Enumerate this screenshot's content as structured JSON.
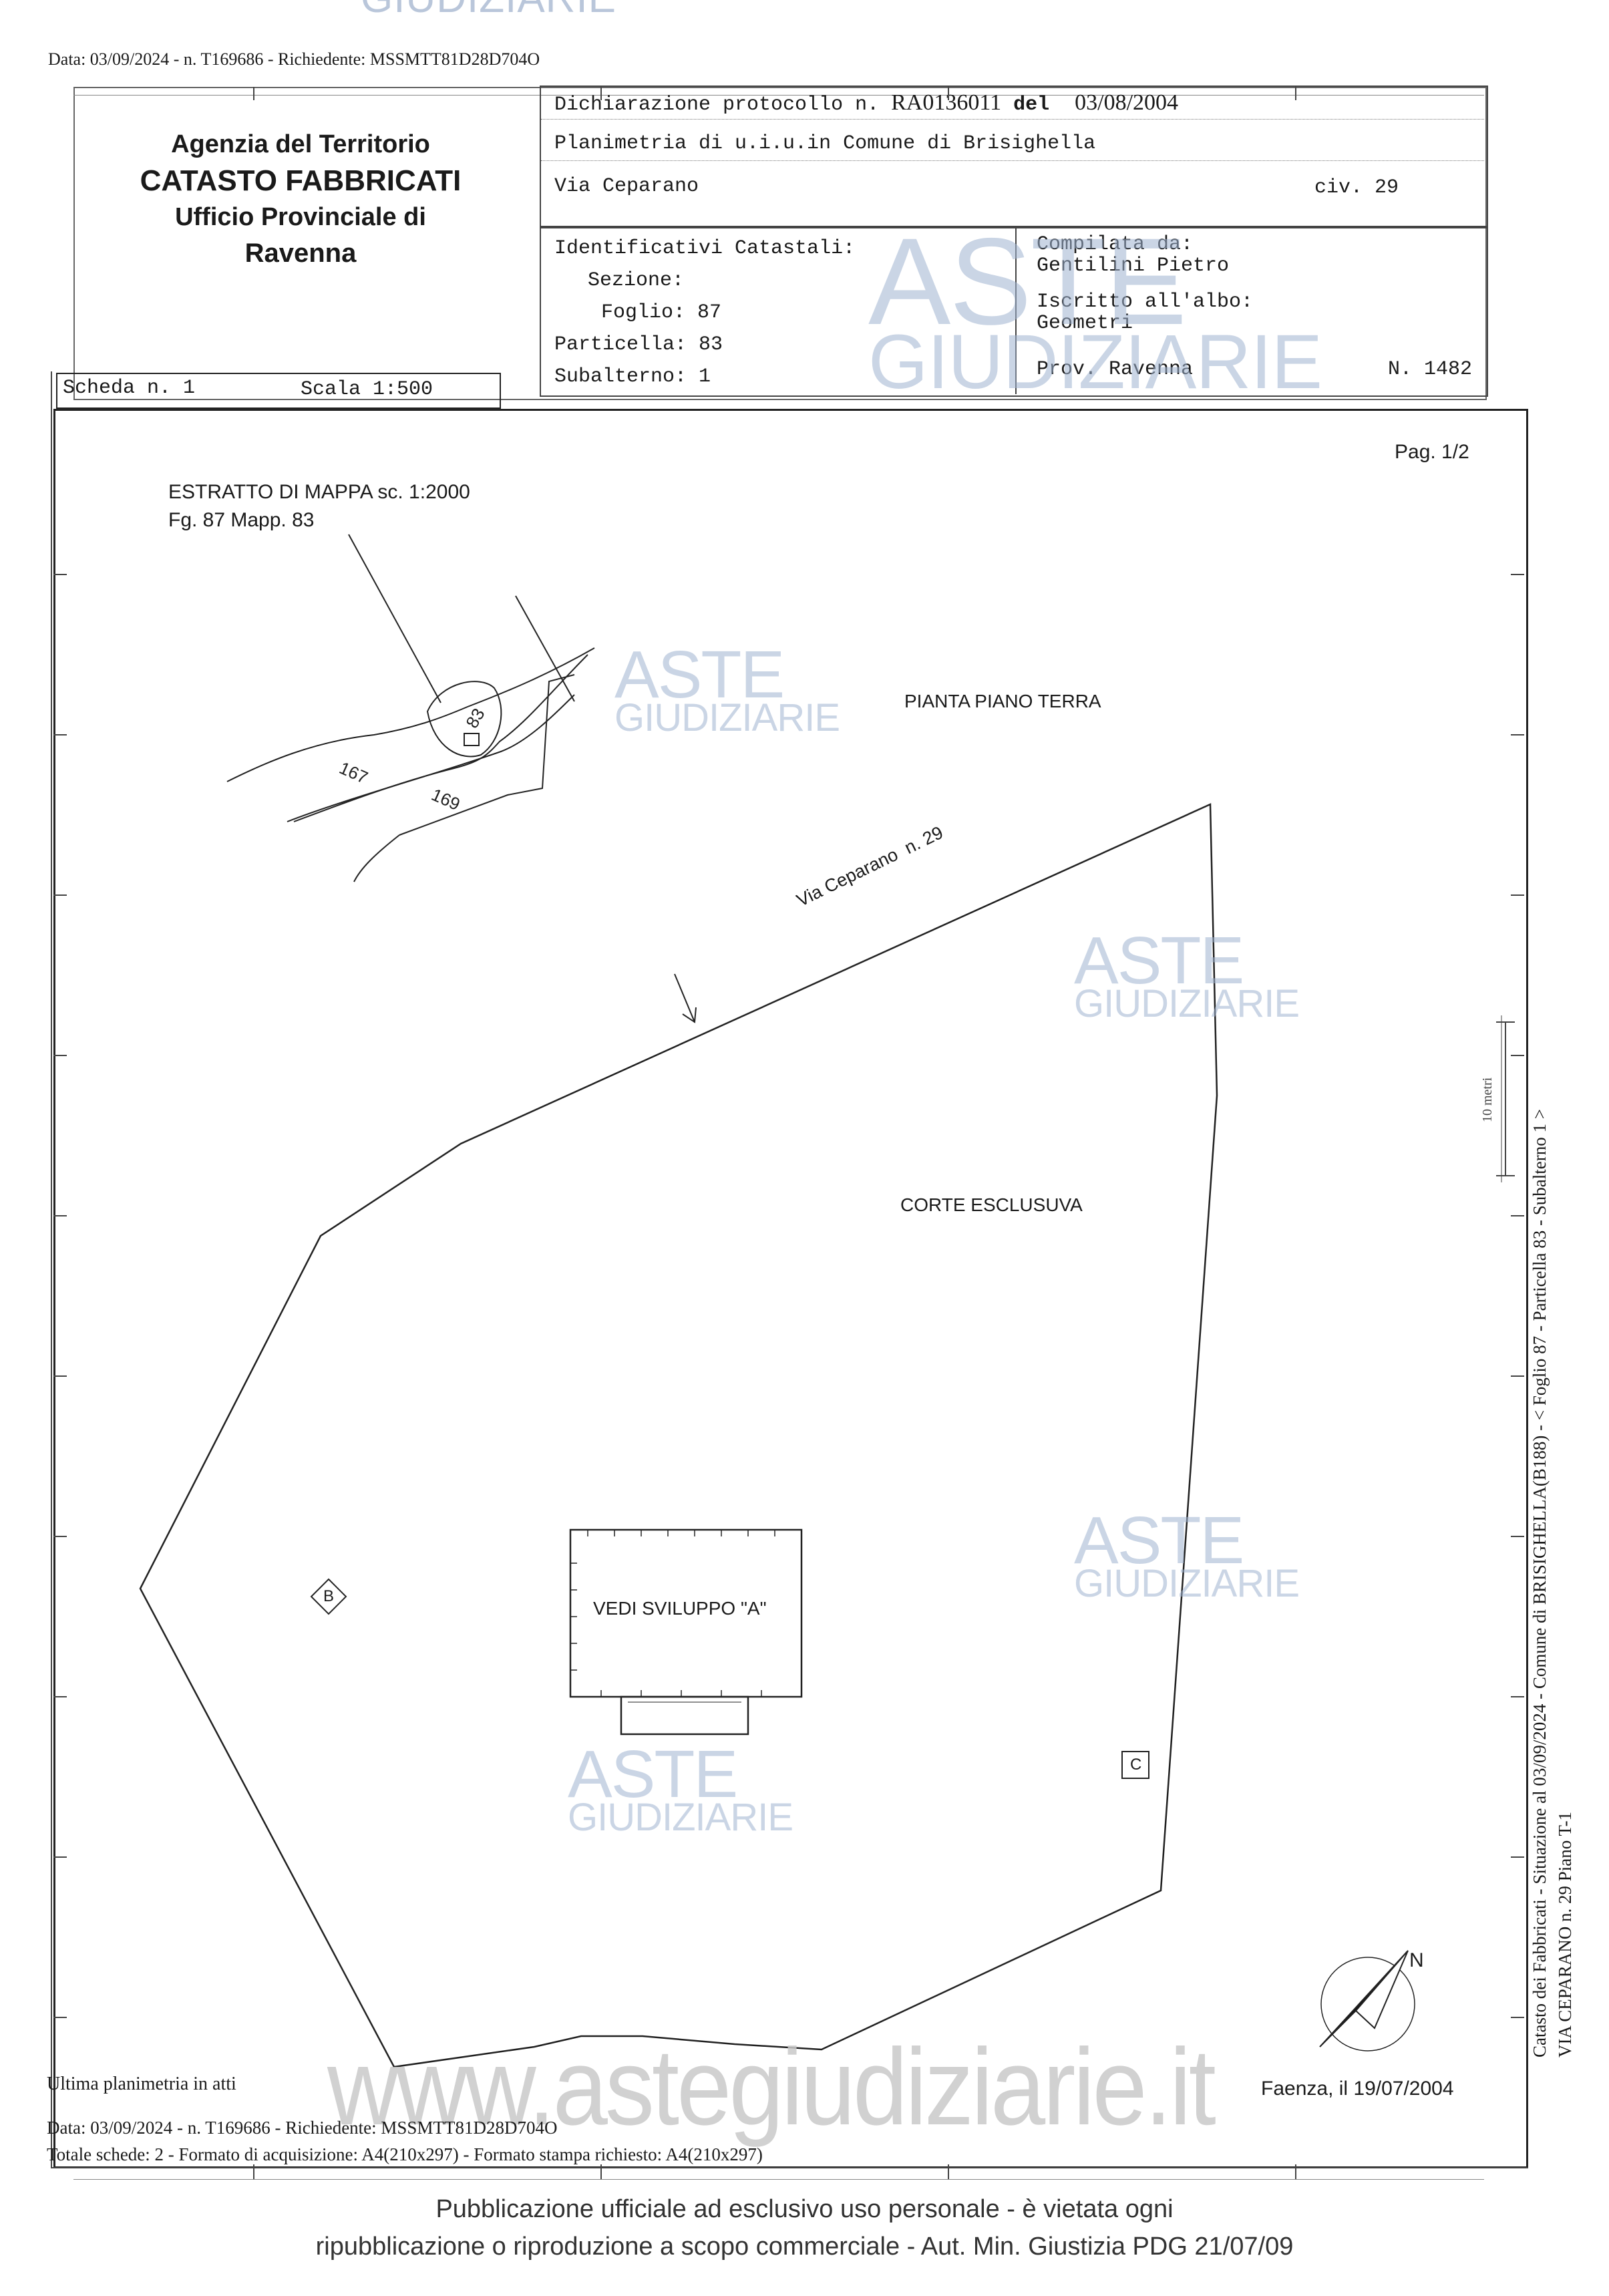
{
  "top_watermark": "GIUDIZIARIE",
  "request_line": "Data: 03/09/2024 - n. T169686 - Richiedente: MSSMTT81D28D704O",
  "agency": {
    "line1": "Agenzia del Territorio",
    "line2": "CATASTO FABBRICATI",
    "line3": "Ufficio Provinciale di",
    "line4": "Ravenna"
  },
  "header": {
    "protocol_label": "Dichiarazione protocollo n.",
    "protocol_number": "RA0136011",
    "protocol_del": "del",
    "protocol_date": "03/08/2004",
    "planimetry": "Planimetria di u.i.u.in Comune di Brisighella",
    "street": "Via Ceparano",
    "civ": "civ. 29"
  },
  "ids": {
    "title": "Identificativi Catastali:",
    "sezione": "Sezione:",
    "foglio": "Foglio: 87",
    "particella": "Particella: 83",
    "subalterno": "Subalterno: 1"
  },
  "compiler": {
    "compilata_label": "Compilata da:",
    "compilata_name": "Gentilini Pietro",
    "iscritto_label": "Iscritto all'albo:",
    "iscritto_value": "Geometri",
    "prov": "Prov. Ravenna",
    "number": "N. 1482"
  },
  "scheda": {
    "label": "Scheda n. 1",
    "scale": "Scala 1:500"
  },
  "page_number": "Pag. 1/2",
  "map": {
    "extract_title": "ESTRATTO DI MAPPA sc. 1:2000",
    "extract_sub": "Fg. 87 Mapp. 83",
    "parcel_83": "83",
    "parcel_167": "167",
    "parcel_169": "169",
    "plan_title": "PIANTA PIANO TERRA",
    "street_label": "Via Ceparano  n. 29",
    "courtyard": "CORTE ESCLUSUVA",
    "building_label": "VEDI SVILUPPO \"A\"",
    "marker_b": "B",
    "marker_c": "C",
    "north": "N"
  },
  "watermark": {
    "word1": "ASTE",
    "word2": "GIUDIZIARIE"
  },
  "side_text_1": "Catasto dei Fabbricati - Situazione al 03/09/2024 - Comune di BRISIGHELLA(B188) - < Foglio 87 - Particella 83 - Subalterno 1 >",
  "side_text_2": "VIA CEPARANO n. 29 Piano T-1",
  "side_small": "10 metri",
  "footer": {
    "last_plan": "Ultima planimetria in atti",
    "place_date": "Faenza, il 19/07/2004",
    "request_line": "Data: 03/09/2024 - n. T169686 - Richiedente: MSSMTT81D28D704O",
    "total": "Totale schede: 2 - Formato di acquisizione: A4(210x297)  - Formato stampa richiesto: A4(210x297)",
    "website": "www.astegiudiziarie.it",
    "notice1": "Pubblicazione ufficiale ad esclusivo uso personale - è vietata ogni",
    "notice2": "ripubblicazione o riproduzione a scopo commerciale - Aut. Min. Giustizia PDG 21/07/09"
  }
}
